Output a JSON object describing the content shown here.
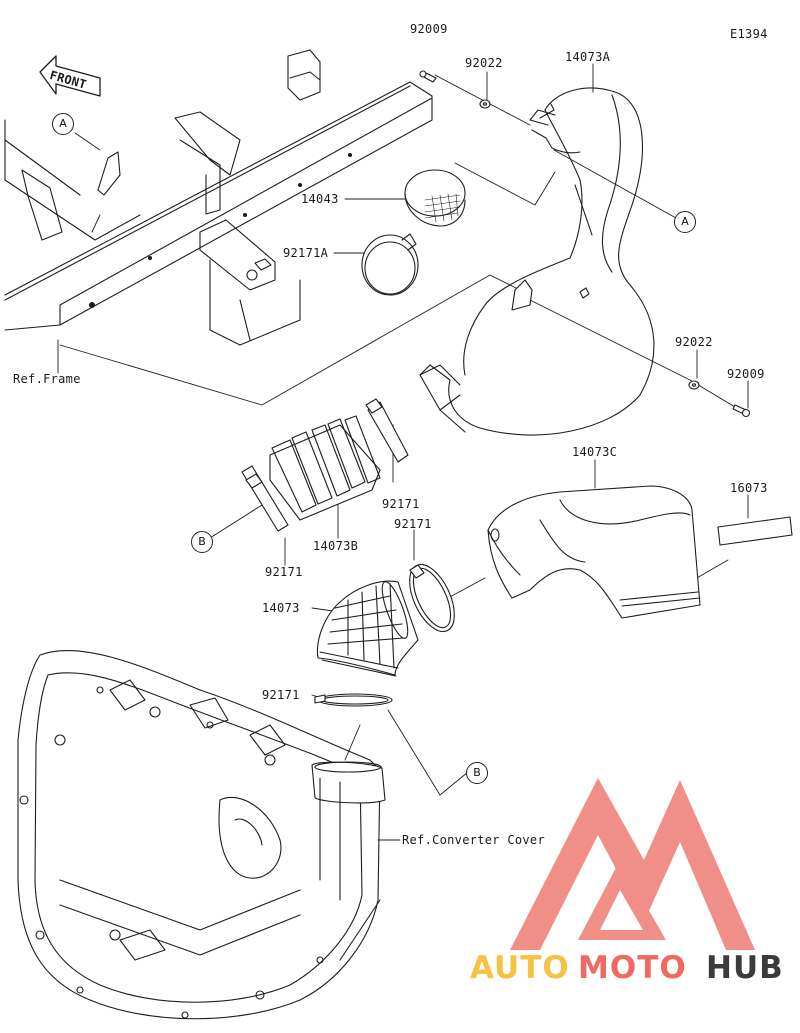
{
  "diagram_code": "E1394",
  "front_label": "FRONT",
  "parts": [
    {
      "key": "p_92009_top",
      "number": "92009"
    },
    {
      "key": "p_92022_top",
      "number": "92022"
    },
    {
      "key": "p_14073A",
      "number": "14073A"
    },
    {
      "key": "p_14043",
      "number": "14043"
    },
    {
      "key": "p_92171A",
      "number": "92171A"
    },
    {
      "key": "p_92022_right",
      "number": "92022"
    },
    {
      "key": "p_92009_right",
      "number": "92009"
    },
    {
      "key": "p_92171_a",
      "number": "92171"
    },
    {
      "key": "p_92171_b",
      "number": "92171"
    },
    {
      "key": "p_14073C",
      "number": "14073C"
    },
    {
      "key": "p_16073",
      "number": "16073"
    },
    {
      "key": "p_14073B",
      "number": "14073B"
    },
    {
      "key": "p_92171_c",
      "number": "92171"
    },
    {
      "key": "p_14073",
      "number": "14073"
    },
    {
      "key": "p_92171_d",
      "number": "92171"
    }
  ],
  "references": {
    "frame": "Ref.Frame",
    "converter_cover": "Ref.Converter Cover"
  },
  "callouts": [
    "A",
    "A",
    "B",
    "B"
  ],
  "watermark": {
    "auto": "AUTO",
    "moto": "MOTO",
    "hub": "HUB",
    "colors": {
      "auto": "#f5c243",
      "moto": "#ef6a62",
      "hub": "#3b3b3b",
      "logo": "#f08f88"
    }
  }
}
